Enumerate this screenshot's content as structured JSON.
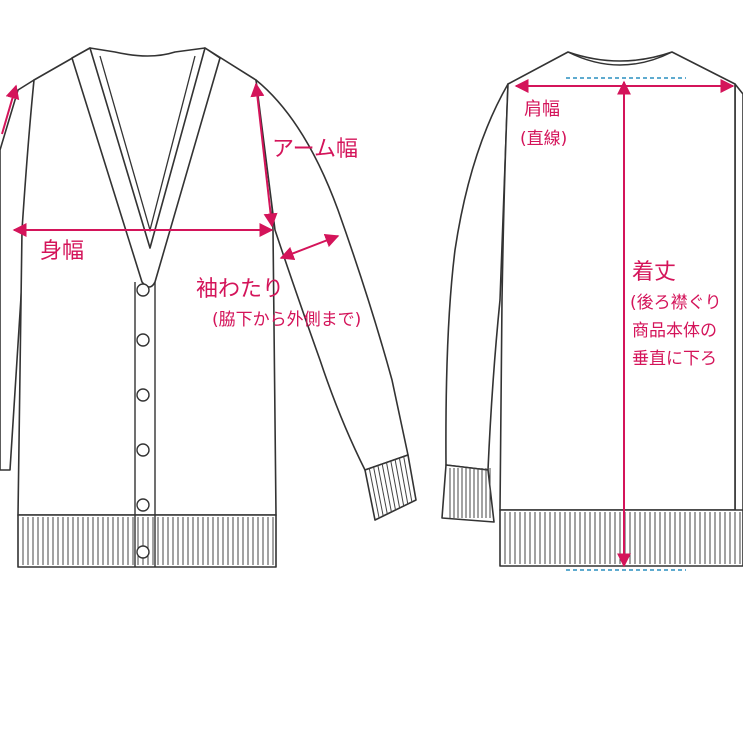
{
  "labels": {
    "mihaba": "身幅",
    "armhaba": "アーム幅",
    "sodewatari": "袖わたり",
    "sodewatari_note": "(脇下から外側まで)",
    "katahaba": "肩幅",
    "katahaba_note": "(直線)",
    "kitake": "着丈",
    "kitake_note_1": "(後ろ襟ぐり",
    "kitake_note_2": "商品本体の",
    "kitake_note_3": "垂直に下ろ"
  },
  "colors": {
    "measure": "#d4145a",
    "guide": "#2a8fbf",
    "outline": "#333333"
  },
  "icons": {
    "front": "cardigan-front-illustration",
    "back": "cardigan-back-illustration"
  }
}
